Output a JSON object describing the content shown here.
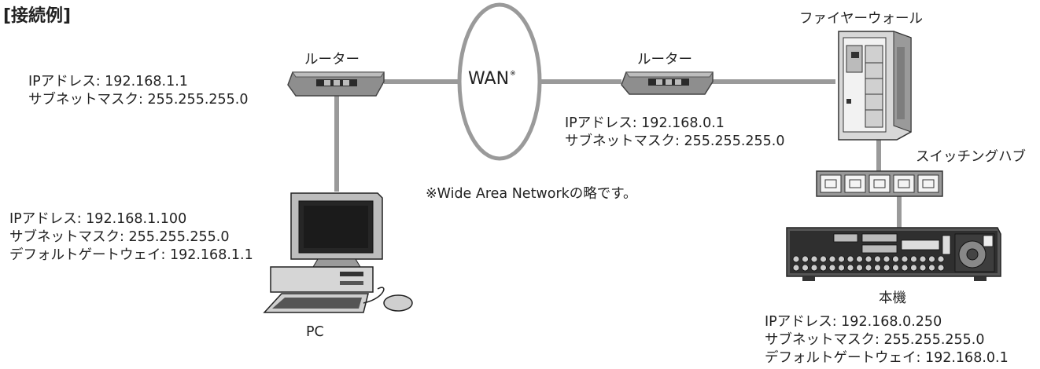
{
  "title": "[接続例]",
  "wan": {
    "label": "WAN",
    "mark": "※",
    "note": "※Wide Area Networkの略です。"
  },
  "router_left": {
    "label": "ルーター",
    "ip": "IPアドレス: 192.168.1.1",
    "subnet": "サブネットマスク: 255.255.255.0"
  },
  "router_right": {
    "label": "ルーター",
    "ip": "IPアドレス: 192.168.0.1",
    "subnet": "サブネットマスク: 255.255.255.0"
  },
  "firewall": {
    "label": "ファイヤーウォール"
  },
  "switch": {
    "label": "スイッチングハブ"
  },
  "pc": {
    "label": "PC",
    "ip": "IPアドレス: 192.168.1.100",
    "subnet": "サブネットマスク: 255.255.255.0",
    "gateway": "デフォルトゲートウェイ: 192.168.1.1"
  },
  "device": {
    "label": "本機",
    "ip": "IPアドレス: 192.168.0.250",
    "subnet": "サブネットマスク: 255.255.255.0",
    "gateway": "デフォルトゲートウェイ: 192.168.0.1"
  }
}
